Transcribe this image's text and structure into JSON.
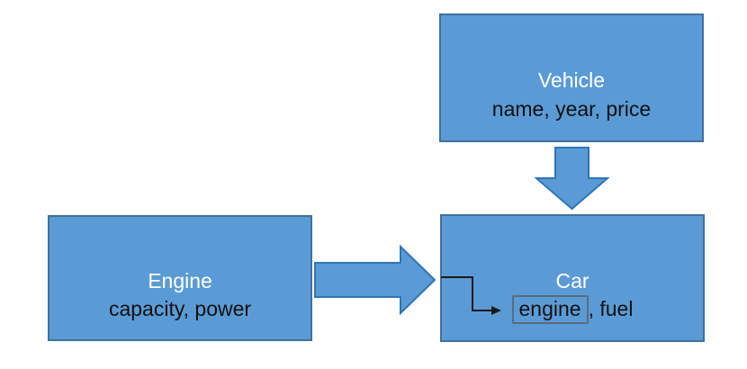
{
  "diagram": {
    "description": "Class diagram: Vehicle inherits to Car; Engine is composed into Car's engine attribute",
    "background_color": "#ffffff",
    "colors": {
      "box_fill": "#5B9BD5",
      "box_border": "#41719C",
      "arrow_fill": "#5B9BD5",
      "arrow_border": "#2E75B6",
      "title_text": "#ffffff",
      "attribute_text": "#111111",
      "connector": "#1a1a1a",
      "engine_ref_border": "#5b6b7d"
    },
    "nodes": {
      "vehicle": {
        "title": "Vehicle",
        "attributes": "name, year, price"
      },
      "engine": {
        "title": "Engine",
        "attributes": "capacity, power"
      },
      "car": {
        "title": "Car",
        "attribute_ref": "engine",
        "attribute_rest": ", fuel"
      }
    },
    "arrows": {
      "vehicle_to_car": "block arrow pointing down from Vehicle to Car",
      "engine_to_car": "block arrow pointing right from Engine to Car",
      "engine_reference": "elbow connector pointing to boxed 'engine' attribute inside Car"
    }
  }
}
